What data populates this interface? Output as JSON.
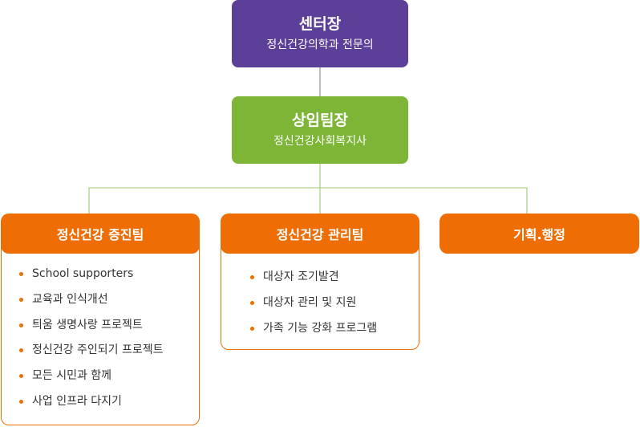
{
  "director": {
    "title": "센터장",
    "subtitle": "정신건강의학과 전문의"
  },
  "lead": {
    "title": "상임팀장",
    "subtitle": "정신건강사회복지사"
  },
  "teams": [
    {
      "title": "정신건강 증진팀",
      "items": [
        "School supporters",
        "교육과 인식개선",
        "틔움 생명사랑 프로젝트",
        "정신건강 주인되기 프로젝트",
        "모든 시민과 함께",
        "사업 인프라 다지기"
      ]
    },
    {
      "title": "정신건강 관리팀",
      "items": [
        "대상자 조기발견",
        "대상자 관리 및 지원",
        "가족 기능 강화 프로그램"
      ]
    },
    {
      "title": "기획.행정",
      "items": []
    }
  ],
  "colors": {
    "director": "#5c3f98",
    "lead": "#7db636",
    "team": "#ee6e05",
    "connector": "#9bc56a"
  }
}
